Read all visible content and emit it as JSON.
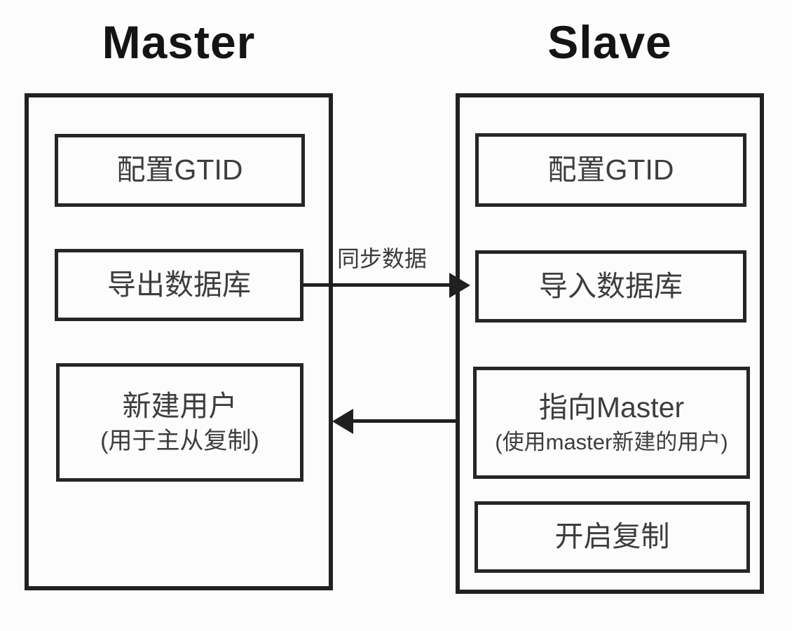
{
  "diagram": {
    "type": "flow-diagram",
    "subject": "MySQL GTID master-slave replication setup",
    "colors": {
      "background": "#fcfcfc",
      "border": "#212121",
      "step_text": "#3d3d3d",
      "title_text": "#141414"
    },
    "master": {
      "title": "Master",
      "steps": [
        {
          "label": "配置GTID",
          "sublabel": ""
        },
        {
          "label": "导出数据库",
          "sublabel": ""
        },
        {
          "label": "新建用户",
          "sublabel": "(用于主从复制)"
        }
      ]
    },
    "slave": {
      "title": "Slave",
      "steps": [
        {
          "label": "配置GTID",
          "sublabel": ""
        },
        {
          "label": "导入数据库",
          "sublabel": ""
        },
        {
          "label": "指向Master",
          "sublabel": "(使用master新建的用户)"
        },
        {
          "label": "开启复制",
          "sublabel": ""
        }
      ]
    },
    "arrows": [
      {
        "id": "sync",
        "label": "同步数据",
        "from": "master.导出数据库",
        "to": "slave.导入数据库",
        "direction": "right"
      },
      {
        "id": "replication",
        "label": "",
        "from": "slave.指向Master",
        "to": "master.新建用户",
        "direction": "left"
      }
    ],
    "icons": {
      "sync_arrowhead": "triangle-right",
      "replication_arrowhead": "triangle-left"
    }
  }
}
